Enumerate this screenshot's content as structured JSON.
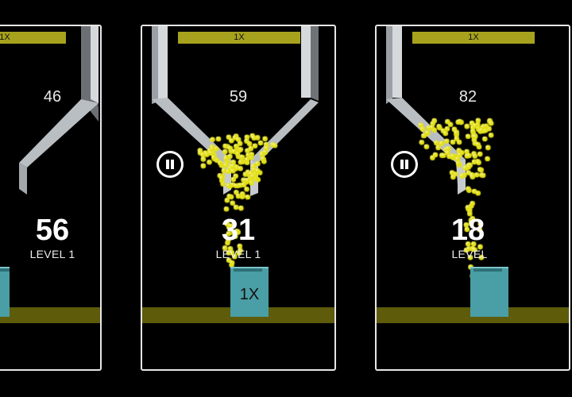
{
  "panels": [
    {
      "multiplier_label": "1X",
      "ball_count": "46",
      "score": "56",
      "level": "LEVEL 1",
      "cup_label": "",
      "paused_button": false
    },
    {
      "multiplier_label": "1X",
      "ball_count": "59",
      "score": "31",
      "level": "LEVEL 1",
      "cup_label": "1X",
      "paused_button": true
    },
    {
      "multiplier_label": "1X",
      "ball_count": "82",
      "score": "18",
      "level": "LEVEL",
      "cup_label": "",
      "paused_button": true
    }
  ],
  "colors": {
    "ball": "#e3e01a",
    "multiplier_bar": "#a7a21d",
    "cup": "#4a9ea5",
    "ground": "#5e5b0b",
    "hopper": "#b9bec3"
  },
  "icons": {
    "pause": "pause-icon"
  }
}
